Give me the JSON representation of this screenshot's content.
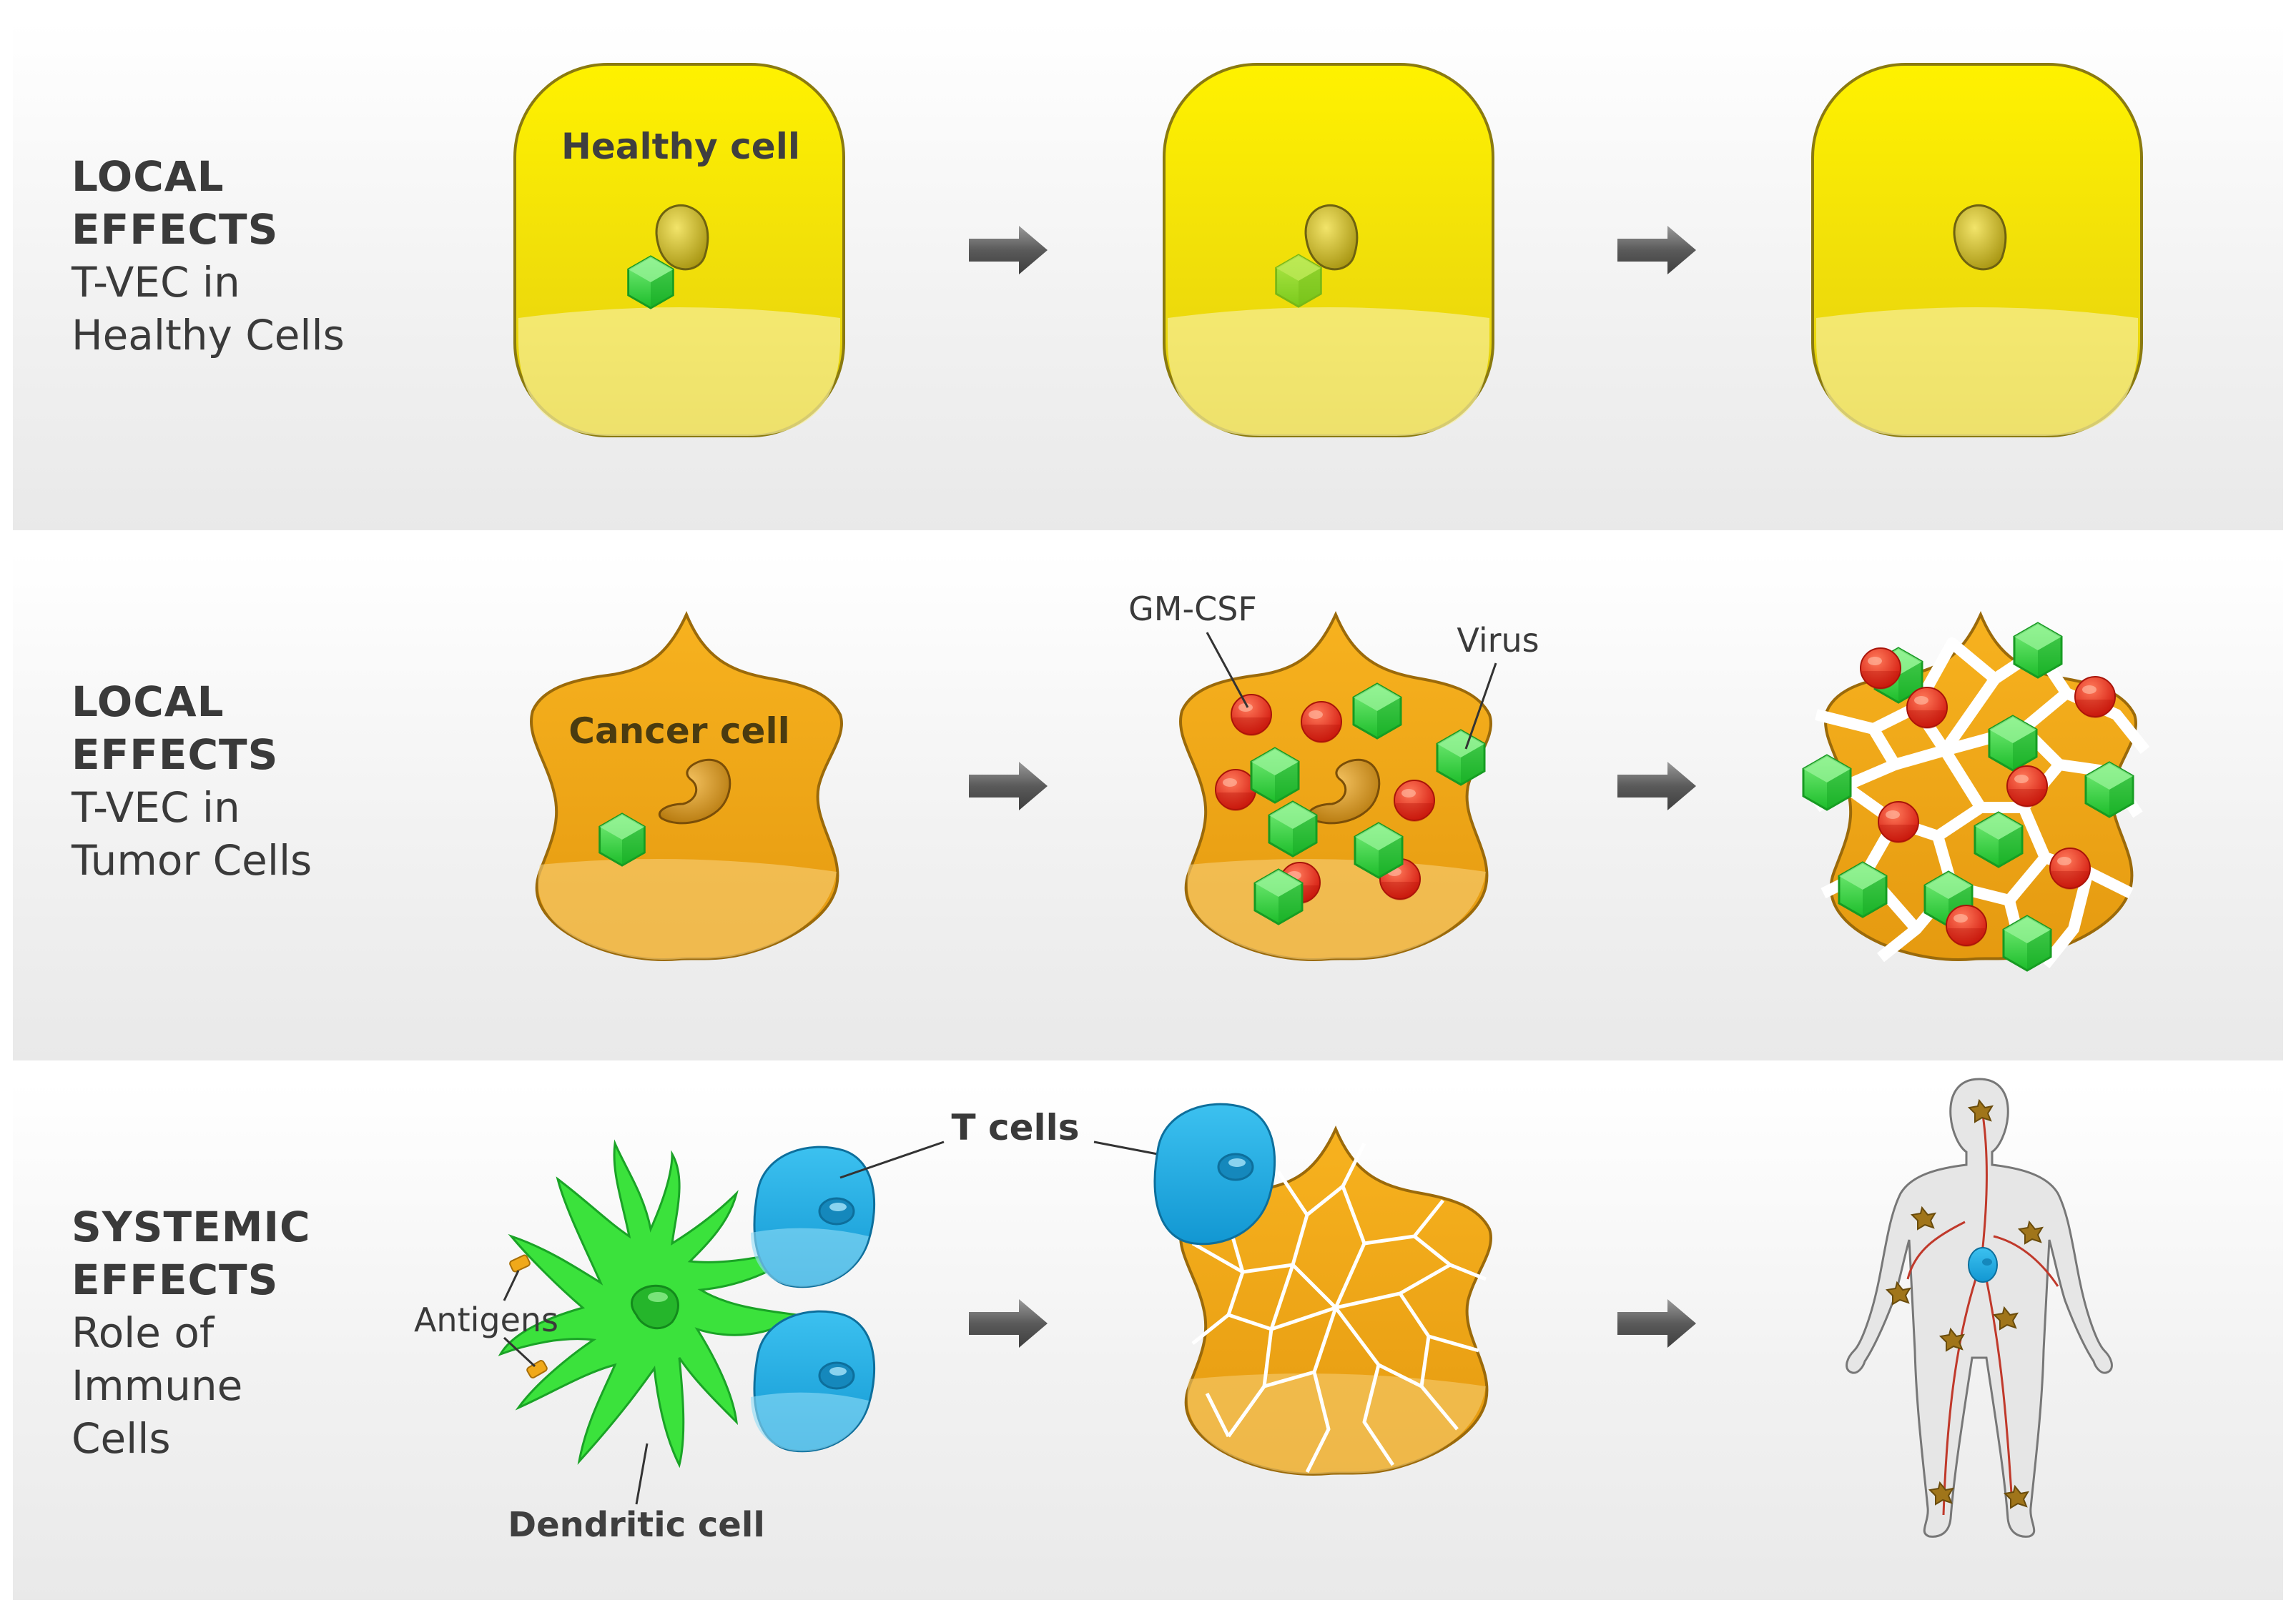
{
  "rows": [
    {
      "heading_lines": [
        "LOCAL",
        "EFFECTS"
      ],
      "sub_lines": [
        "T-VEC in",
        "Healthy Cells"
      ]
    },
    {
      "heading_lines": [
        "LOCAL",
        "EFFECTS"
      ],
      "sub_lines": [
        "T-VEC in",
        "Tumor Cells"
      ]
    },
    {
      "heading_lines": [
        "SYSTEMIC",
        "EFFECTS"
      ],
      "sub_lines": [
        "Role of",
        "Immune",
        "Cells"
      ]
    }
  ],
  "labels": {
    "healthy_cell": "Healthy cell",
    "cancer_cell": "Cancer cell",
    "gm_csf": "GM-CSF",
    "virus": "Virus",
    "t_cells": "T cells",
    "antigens": "Antigens",
    "dendritic_cell": "Dendritic cell"
  },
  "colors": {
    "healthy_cell": "#f2e010",
    "cancer_cell": "#f0a91a",
    "virus": "#2fcf3a",
    "gm_csf": "#e8301c",
    "t_cell": "#1aa3dc",
    "dendritic_cell": "#3be23c",
    "arrow": "#555555"
  },
  "icons": [
    "arrow-right-icon",
    "virus-icon",
    "gm-csf-icon",
    "human-body-icon"
  ]
}
